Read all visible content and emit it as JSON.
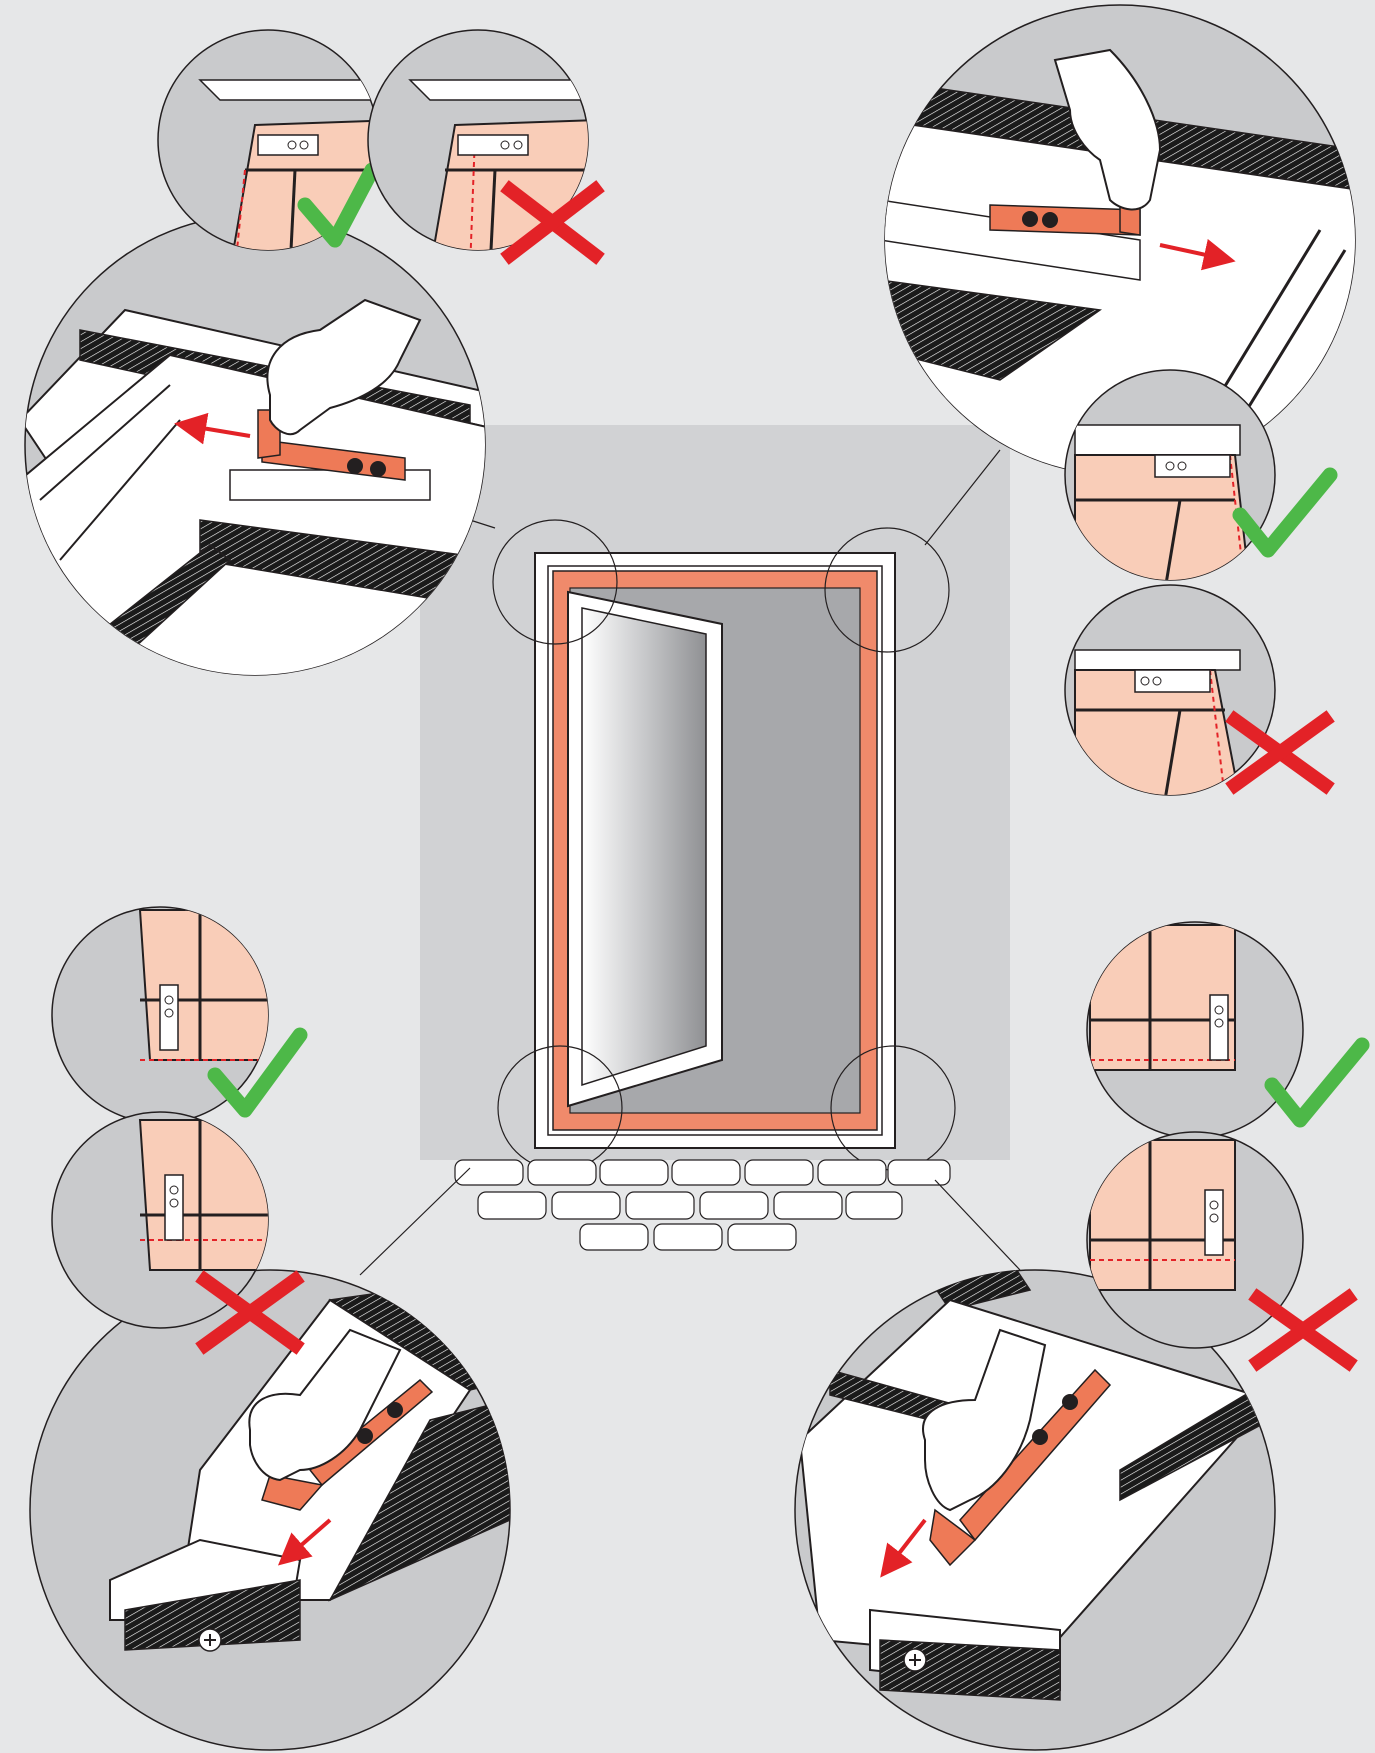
{
  "diagram": {
    "kind": "screen door frame corner connector installation",
    "steps": [
      {
        "corner": "top-left",
        "correct": "check-mark",
        "incorrect": "cross-mark"
      },
      {
        "corner": "top-right",
        "correct": "check-mark",
        "incorrect": "cross-mark"
      },
      {
        "corner": "bottom-left",
        "correct": "check-mark",
        "incorrect": "cross-mark"
      },
      {
        "corner": "bottom-right",
        "correct": "check-mark",
        "incorrect": "cross-mark"
      }
    ]
  },
  "colors": {
    "background": "#e6e7e8",
    "wall": "#d1d2d4",
    "bubble": "#c9cacc",
    "frame": "#f08a6b",
    "frame_light": "#f9cdb8",
    "connector": "#ee7a57",
    "screen": "#a7a8ab",
    "check": "#4db848",
    "cross": "#e32227",
    "arrow": "#e32227"
  }
}
